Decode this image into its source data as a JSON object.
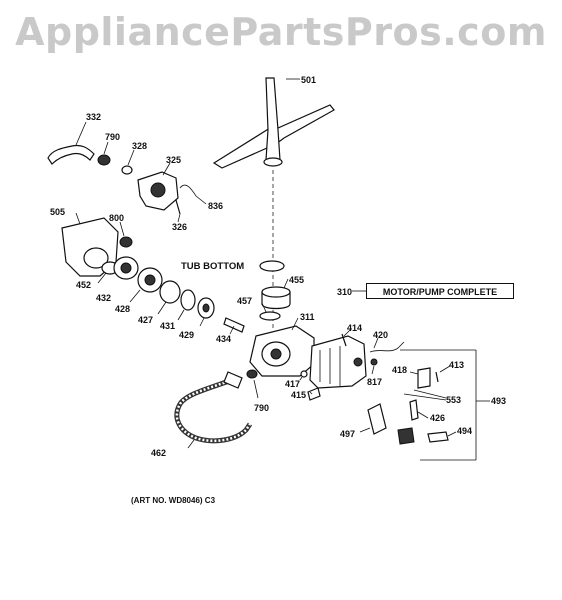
{
  "watermark": "AppliancePartsPros.com",
  "labels": {
    "p501": "501",
    "p332": "332",
    "p790a": "790",
    "p328": "328",
    "p325": "325",
    "p836": "836",
    "p326": "326",
    "p505": "505",
    "p800": "800",
    "tub_bottom": "TUB BOTTOM",
    "p455": "455",
    "p310": "310",
    "motor_pump": "MOTOR/PUMP COMPLETE",
    "p452": "452",
    "p432": "432",
    "p428": "428",
    "p427": "427",
    "p431": "431",
    "p429": "429",
    "p457": "457",
    "p434": "434",
    "p311": "311",
    "p414": "414",
    "p420": "420",
    "p413": "413",
    "p418": "418",
    "p817": "817",
    "p553": "553",
    "p417": "417",
    "p415": "415",
    "p790b": "790",
    "p493": "493",
    "p426": "426",
    "p497": "497",
    "p494": "494",
    "p462": "462",
    "art_no": "(ART NO. WD8046) C3"
  }
}
